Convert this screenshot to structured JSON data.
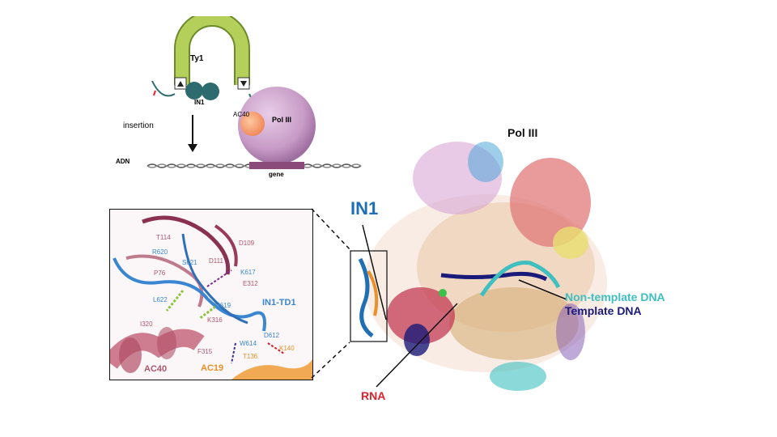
{
  "schematic": {
    "transposon_label": "Ty1",
    "integrase_label": "IN1",
    "ac40_label": "AC40",
    "polymerase_label": "Pol III",
    "insertion_label": "insertion",
    "dna_label": "ADN",
    "gene_label": "gene"
  },
  "inset": {
    "residues": [
      {
        "name": "T114",
        "color": "#b0566e"
      },
      {
        "name": "D109",
        "color": "#b0566e"
      },
      {
        "name": "R620",
        "color": "#3a86d0"
      },
      {
        "name": "S621",
        "color": "#3a86d0"
      },
      {
        "name": "D111",
        "color": "#b0566e"
      },
      {
        "name": "K617",
        "color": "#3a86d0"
      },
      {
        "name": "P76",
        "color": "#b0566e"
      },
      {
        "name": "E312",
        "color": "#b0566e"
      },
      {
        "name": "L622",
        "color": "#3a86d0"
      },
      {
        "name": "M619",
        "color": "#3a86d0"
      },
      {
        "name": "K316",
        "color": "#b0566e"
      },
      {
        "name": "I320",
        "color": "#b0566e"
      },
      {
        "name": "D612",
        "color": "#3a86d0"
      },
      {
        "name": "W614",
        "color": "#3a86d0"
      },
      {
        "name": "F315",
        "color": "#b0566e"
      },
      {
        "name": "T136",
        "color": "#e8902a"
      },
      {
        "name": "K140",
        "color": "#e8902a"
      }
    ],
    "domain_labels": {
      "in1_td1": "IN1-TD1",
      "ac40": "AC40",
      "ac19": "AC19"
    }
  },
  "structure": {
    "title": "Pol III",
    "in1_label": "IN1",
    "nontemplate_label": "Non-template DNA",
    "template_label": "Template DNA",
    "rna_label": "RNA"
  },
  "colors": {
    "ty1_green": "#a8c84a",
    "teal_node": "#2e6b6e",
    "pol3_sphere": "#c79bc6",
    "ac40_orange": "#f08a5c",
    "gene_bar": "#8a4a7a",
    "in1_blue": "#1f6fb5",
    "nontemplate": "#3fbfc0",
    "template": "#1a1a7a",
    "rna_red": "#e0202a"
  }
}
